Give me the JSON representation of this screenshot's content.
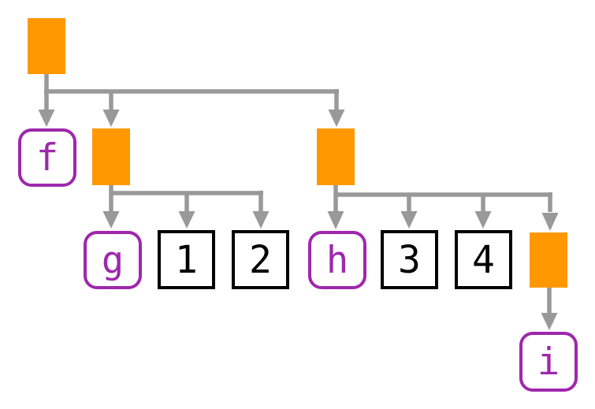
{
  "colors": {
    "node-fill": "#ff9800",
    "leaf-border": "#9e28ac",
    "leaf-text": "#9e28ac",
    "number-border": "#000000",
    "number-text": "#000000",
    "edge": "#999999",
    "background": "#ffffff"
  },
  "labels": {
    "f": "f",
    "g": "g",
    "h": "h",
    "i": "i",
    "n1": "1",
    "n2": "2",
    "n3": "3",
    "n4": "4"
  },
  "tree": {
    "root": {
      "id": "root",
      "kind": "internal-node",
      "children": [
        {
          "id": "f",
          "kind": "letter-leaf",
          "label": "f"
        },
        {
          "id": "internal-left",
          "kind": "internal-node",
          "children": [
            {
              "id": "g",
              "kind": "letter-leaf",
              "label": "g"
            },
            {
              "id": "n1",
              "kind": "number-leaf",
              "label": "1"
            },
            {
              "id": "n2",
              "kind": "number-leaf",
              "label": "2"
            }
          ]
        },
        {
          "id": "internal-right",
          "kind": "internal-node",
          "children": [
            {
              "id": "h",
              "kind": "letter-leaf",
              "label": "h"
            },
            {
              "id": "n3",
              "kind": "number-leaf",
              "label": "3"
            },
            {
              "id": "n4",
              "kind": "number-leaf",
              "label": "4"
            },
            {
              "id": "internal-right-2",
              "kind": "internal-node",
              "children": [
                {
                  "id": "i",
                  "kind": "letter-leaf",
                  "label": "i"
                }
              ]
            }
          ]
        }
      ]
    }
  }
}
